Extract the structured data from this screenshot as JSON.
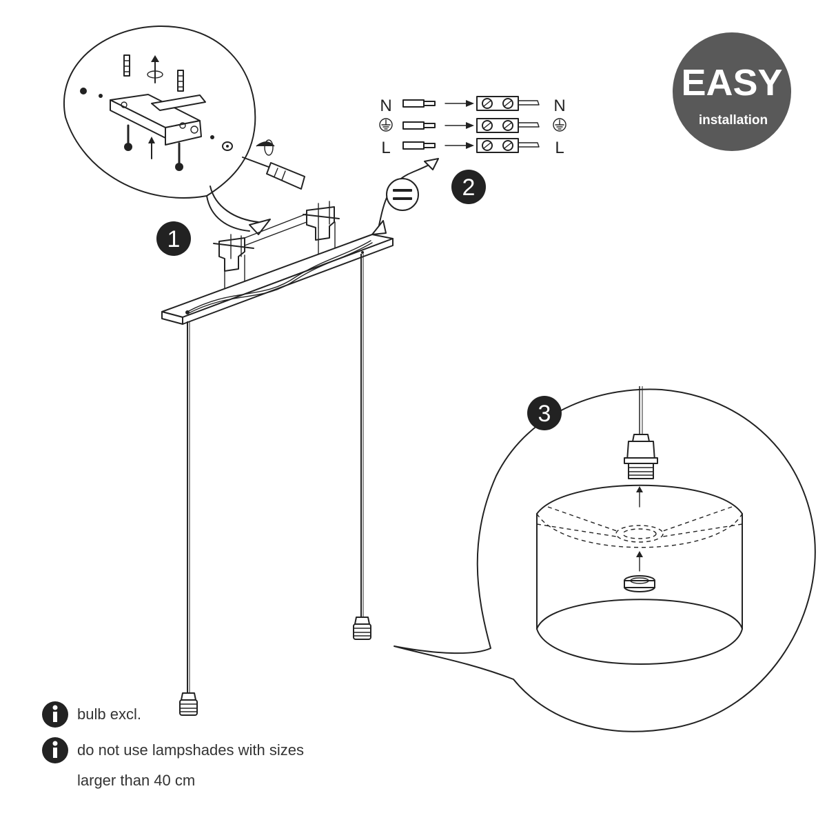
{
  "badge": {
    "title": "EASY",
    "subtitle": "installation",
    "color": "#595959"
  },
  "steps": [
    {
      "number": "1"
    },
    {
      "number": "2"
    },
    {
      "number": "3"
    }
  ],
  "wiring": {
    "rows": [
      {
        "left_label": "N",
        "right_label": "N",
        "kind": "text"
      },
      {
        "left_label": "⏚",
        "right_label": "⏚",
        "kind": "earth-icon"
      },
      {
        "left_label": "L",
        "right_label": "L",
        "kind": "text"
      }
    ]
  },
  "notes": [
    {
      "icon": "info-icon",
      "lines": [
        "bulb excl."
      ]
    },
    {
      "icon": "info-icon",
      "lines": [
        "do not use lampshades with sizes",
        "larger than 40 cm"
      ]
    }
  ],
  "colors": {
    "ink": "#222222",
    "badge": "#595959",
    "background": "#ffffff"
  }
}
